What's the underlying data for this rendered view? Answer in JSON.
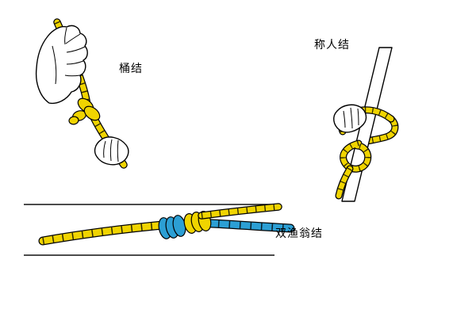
{
  "labels": {
    "barrel_knot": "桶结",
    "bowline_knot": "称人结",
    "double_fisherman_knot": "双渔翁结"
  },
  "colors": {
    "rope_yellow": "#f0d400",
    "rope_blue": "#2c9fd4",
    "outline": "#000000",
    "hand_fill": "#ffffff"
  }
}
